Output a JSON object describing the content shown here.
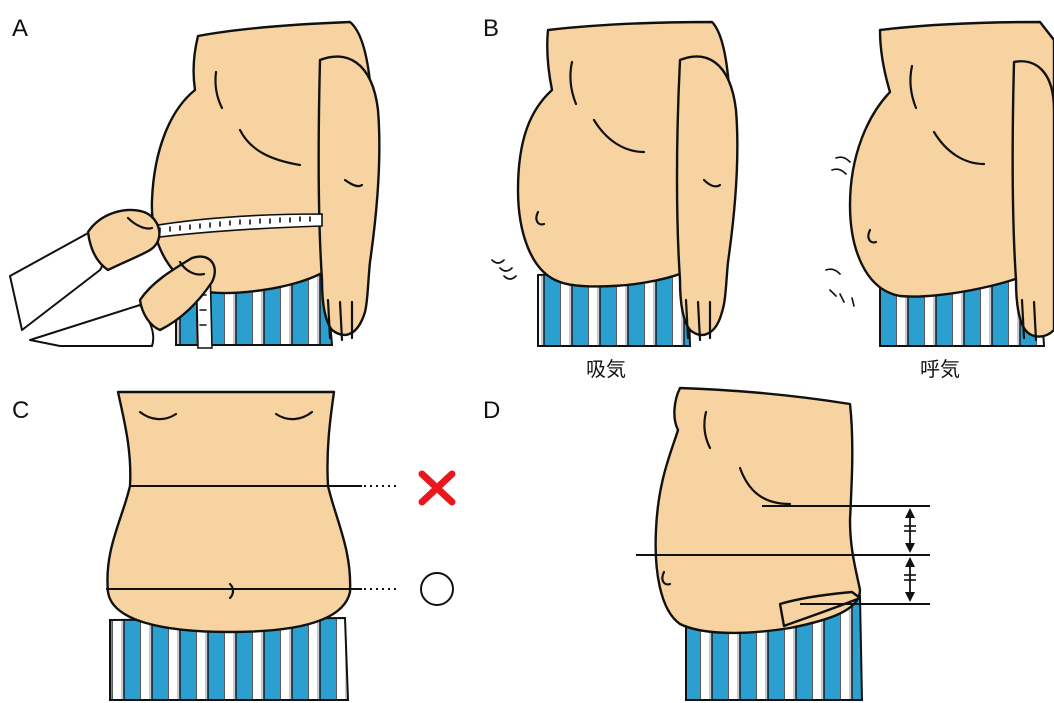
{
  "panels": {
    "a": {
      "letter": "A"
    },
    "b": {
      "letter": "B",
      "inhale_label": "吸気",
      "exhale_label": "呼気"
    },
    "c": {
      "letter": "C",
      "wrong_mark": "✕",
      "correct_mark": "○"
    },
    "d": {
      "letter": "D"
    }
  },
  "colors": {
    "skin": "#f6d3a1",
    "outline": "#111111",
    "pants_blue": "#2a9fd0",
    "pants_stripe": "#c9c9cf",
    "wrong_mark": "#e8161d"
  },
  "icons": {
    "wrong": "red-x-icon",
    "correct": "circle-icon"
  }
}
